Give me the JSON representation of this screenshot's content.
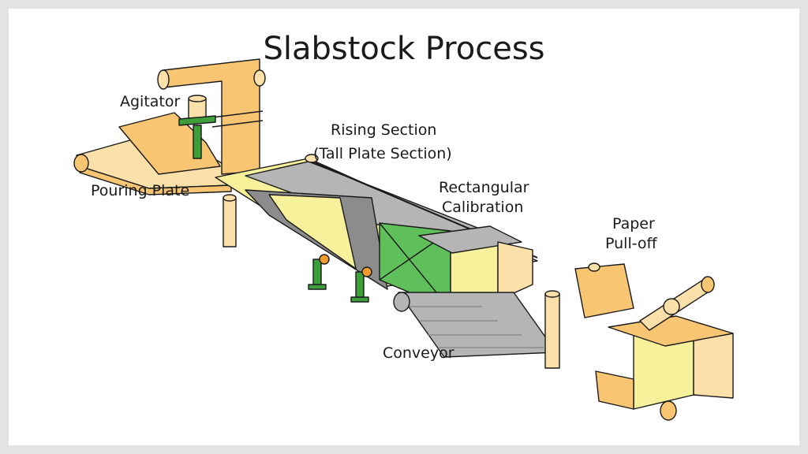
{
  "title": "Slabstock Process",
  "labels": {
    "agitator": "Agitator",
    "pouring_plate": "Pouring Plate",
    "rising_line1": "Rising Section",
    "rising_line2": "(Tall Plate Section)",
    "calibration_line1": "Rectangular",
    "calibration_line2": "Calibration",
    "paper_line1": "Paper",
    "paper_line2": "Pull-off",
    "conveyor": "Conveyor"
  },
  "colors": {
    "paper_orange": "#f8c672",
    "paper_light": "#fbe1a9",
    "foam_yellow": "#f6f19a",
    "plate_gray": "#b5b5b5",
    "plate_dark": "#8c8c8c",
    "machine_green": "#3e9e3a",
    "outline": "#1a1a1a"
  }
}
